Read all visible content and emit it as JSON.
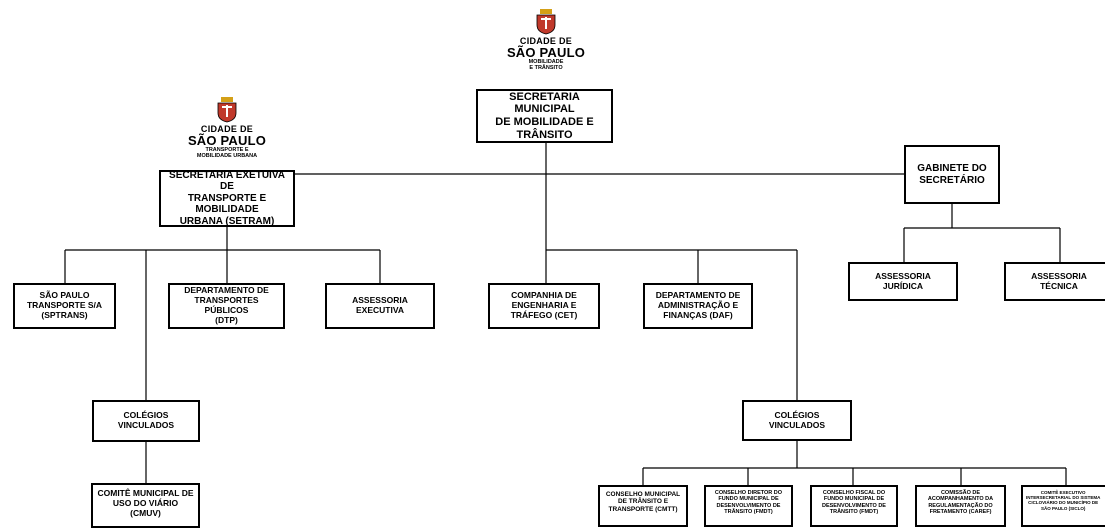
{
  "logos": {
    "main": {
      "line1": "CIDADE DE",
      "line2": "SÃO PAULO",
      "line3": "MOBILIDADE\nE TRÂNSITO"
    },
    "left": {
      "line1": "CIDADE DE",
      "line2": "SÃO PAULO",
      "line3": "TRANSPORTE E\nMOBILIDADE URBANA"
    }
  },
  "boxes": {
    "smt": "SECRETARIA MUNICIPAL\nDE MOBILIDADE E\nTRÂNSITO",
    "setram": "SECRETARIA EXETUIVA DE\nTRANSPORTE E MOBILIDADE\nURBANA (SETRAM)",
    "gabinete": "GABINETE DO\nSECRETÁRIO",
    "sptrans": "SÃO PAULO\nTRANSPORTE S/A\n(SPTRANS)",
    "dtp": "DEPARTAMENTO DE\nTRANSPORTES PÚBLICOS\n(DTP)",
    "assessoria_exec": "ASSESSORIA\nEXECUTIVA",
    "cet": "COMPANHIA DE\nENGENHARIA E\nTRÁFEGO (CET)",
    "daf": "DEPARTAMENTO DE\nADMINISTRAÇÃO E\nFINANÇAS (DAF)",
    "juridica": "ASSESSORIA\nJURÍDICA",
    "tecnica": "ASSESSORIA\nTÉCNICA",
    "colegios_left": "COLÉGIOS\nVINCULADOS",
    "colegios_right": "COLÉGIOS\nVINCULADOS",
    "cmuv": "COMITÊ MUNICIPAL DE\nUSO DO VIÁRIO\n(CMUV)",
    "cmtt": "CONSELHO MUNICIPAL\nDE TRÂNSITO E\nTRANSPORTE (CMTT)",
    "cdfmdt": "CONSELHO DIRETOR DO\nFUNDO MUNICIPAL DE\nDESENVOLVIMENTO DE\nTRÂNSITO (FMDT)",
    "cffmdt": "CONSELHO FISCAL DO\nFUNDO MUNICIPAL DE\nDESENVOLVIMENTO DE\nTRÂNSITO (FMDT)",
    "caref": "COMISSÃO DE\nACOMPANHAMENTO DA\nREGULAMENTAÇÃO DO\nFRETAMENTO (CAREF)",
    "ciclo": "COMITÊ EXECUTIVO\nINTERSECRETARIAL DO SISTEMA\nCICLOVIÁRIO DO MUNICÍPIO DE\nSÃO PAULO (SICLO)"
  },
  "colors": {
    "line": "#000000",
    "box_border": "#000000",
    "crest_red": "#c0392b",
    "crest_gold": "#d4a017"
  }
}
